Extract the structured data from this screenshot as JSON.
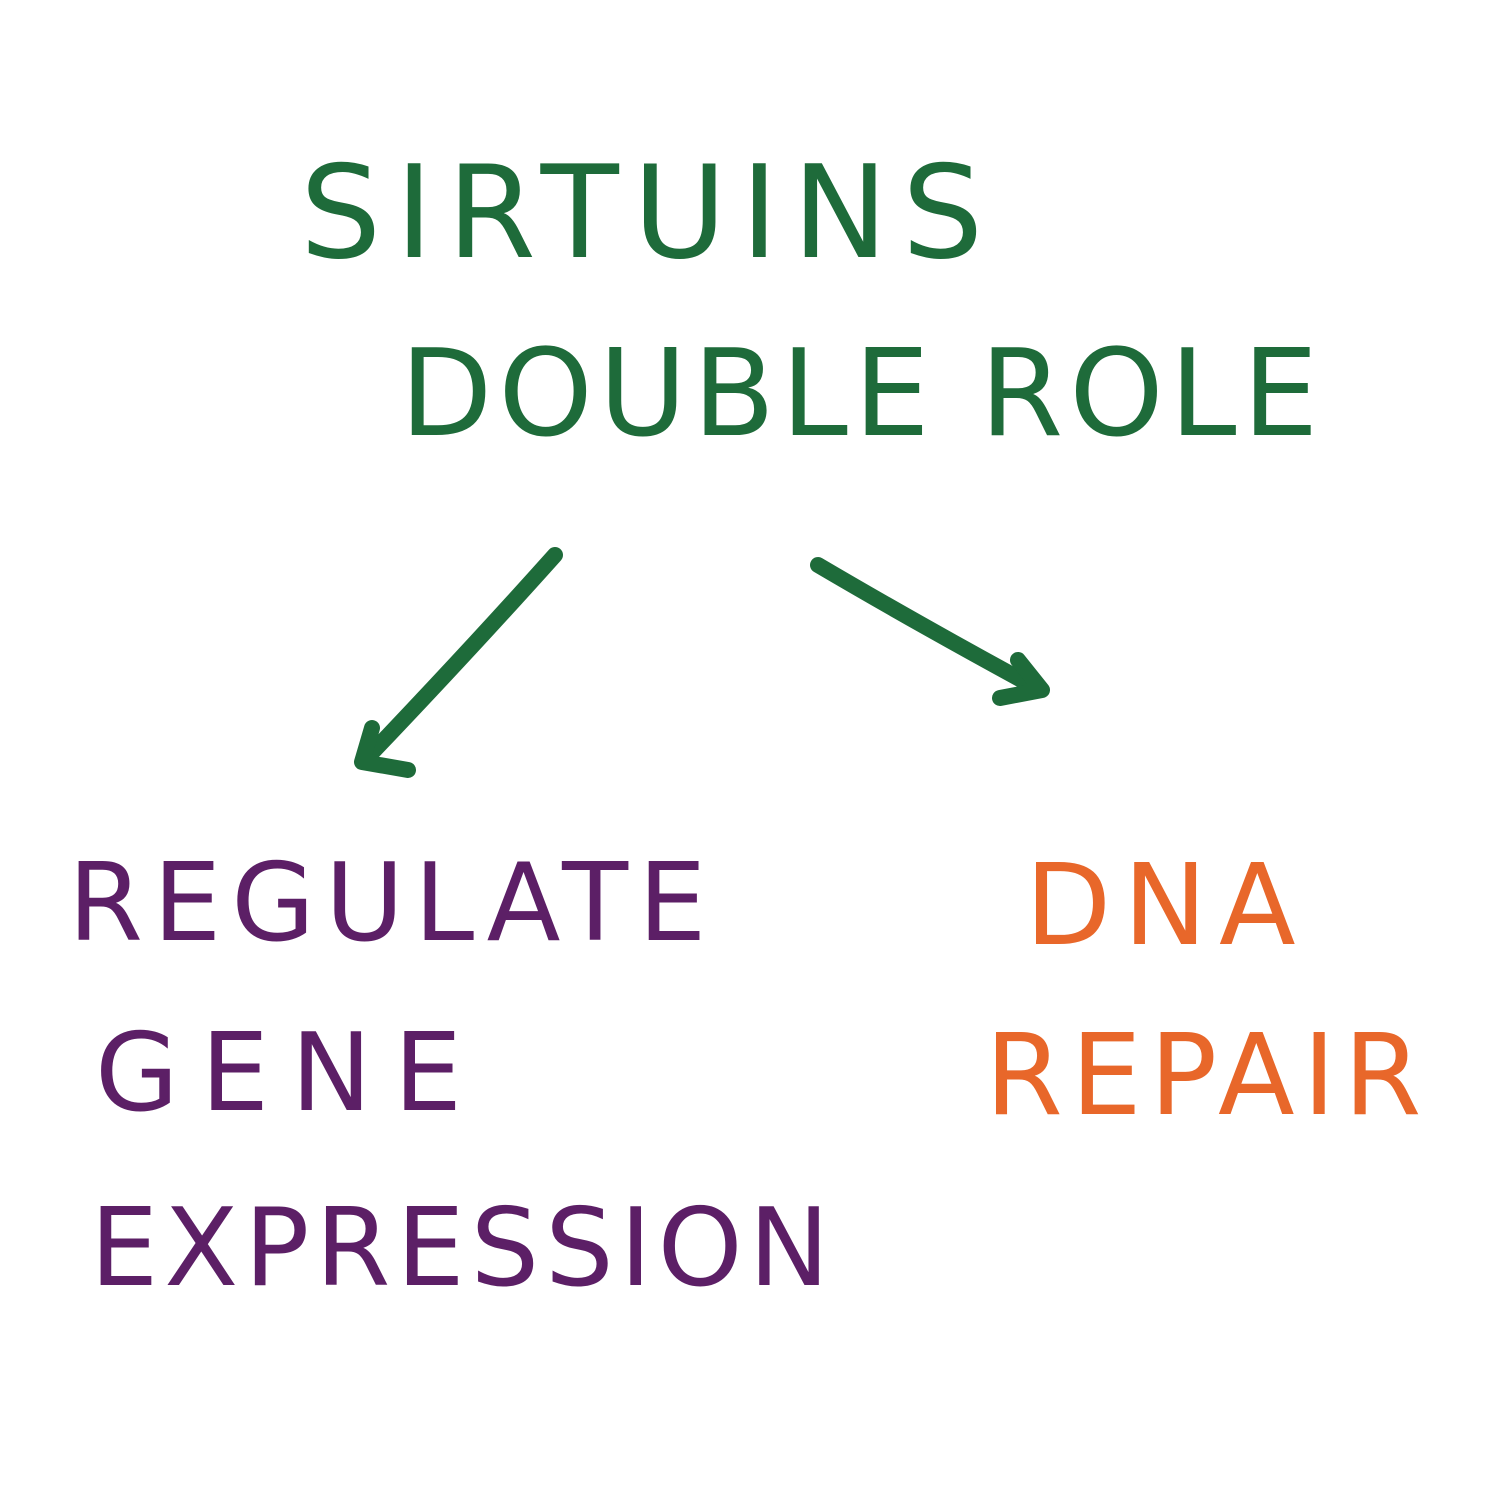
{
  "title": {
    "line1": "SIRTUINS",
    "line2": "DOUBLE ROLE"
  },
  "left_branch": {
    "line1": "REGULATE",
    "line2": "GENE",
    "line3": "EXPRESSION"
  },
  "right_branch": {
    "line1": "DNA",
    "line2": "REPAIR"
  },
  "colors": {
    "title": "#1e6b3a",
    "arrows": "#1e6b3a",
    "left_branch": "#5c1f66",
    "right_branch": "#e8672a",
    "background": "#ffffff"
  },
  "icons": {
    "left_arrow": "arrow-down-left-icon",
    "right_arrow": "arrow-down-right-icon"
  }
}
